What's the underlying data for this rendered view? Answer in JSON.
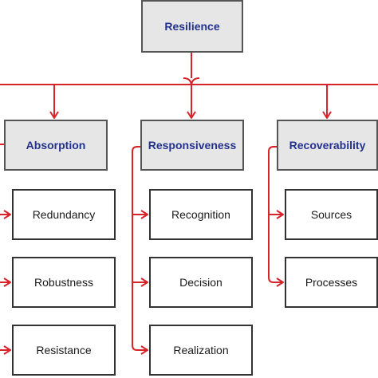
{
  "colors": {
    "connector": "#d8232a",
    "header_text": "#23318f",
    "header_fill": "#e6e6e6",
    "border": "#444444"
  },
  "root": {
    "label": "Resilience"
  },
  "categories": [
    {
      "label": "Absorption",
      "items": [
        "Redundancy",
        "Robustness",
        "Resistance"
      ]
    },
    {
      "label": "Responsiveness",
      "items": [
        "Recognition",
        "Decision",
        "Realization"
      ]
    },
    {
      "label": "Recoverability",
      "items": [
        "Sources",
        "Processes"
      ]
    }
  ]
}
